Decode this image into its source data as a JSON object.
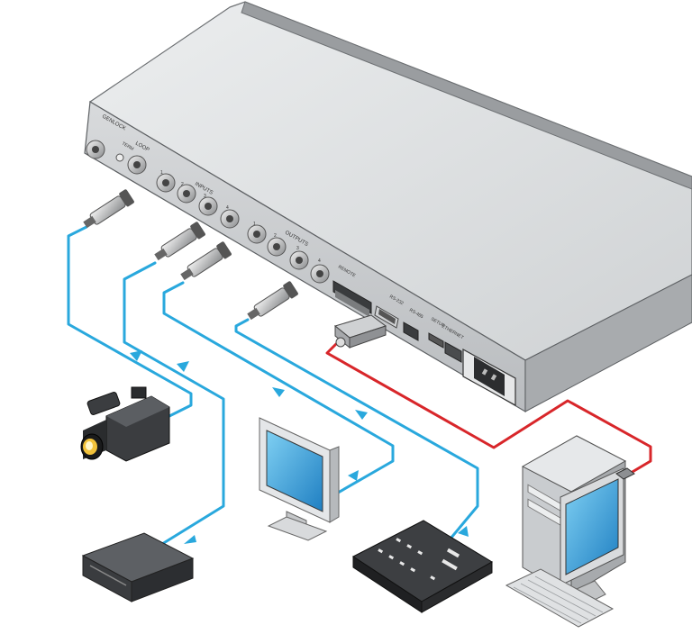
{
  "device": {
    "labels": {
      "genlock": "GENLOCK",
      "term": "TERM",
      "loop": "LOOP",
      "inputs": "INPUTS",
      "outputs": "OUTPUTS",
      "remote": "REMOTE",
      "rs232": "RS-232",
      "rs485": "RS-485",
      "setup": "SETUP",
      "ethernet": "ETHERNET"
    },
    "input_numbers": [
      "1",
      "2",
      "3",
      "4"
    ],
    "output_numbers": [
      "1",
      "2",
      "3",
      "4"
    ]
  },
  "cable_colors": {
    "video": "#29a8dd",
    "control": "#d8262a",
    "chassis_top": "#dadcde",
    "chassis_front": "#c4c6c8"
  },
  "peripherals": [
    "video-camera-icon",
    "dvd-player-icon",
    "lcd-monitor-icon",
    "production-switcher-icon",
    "pc-computer-icon"
  ]
}
